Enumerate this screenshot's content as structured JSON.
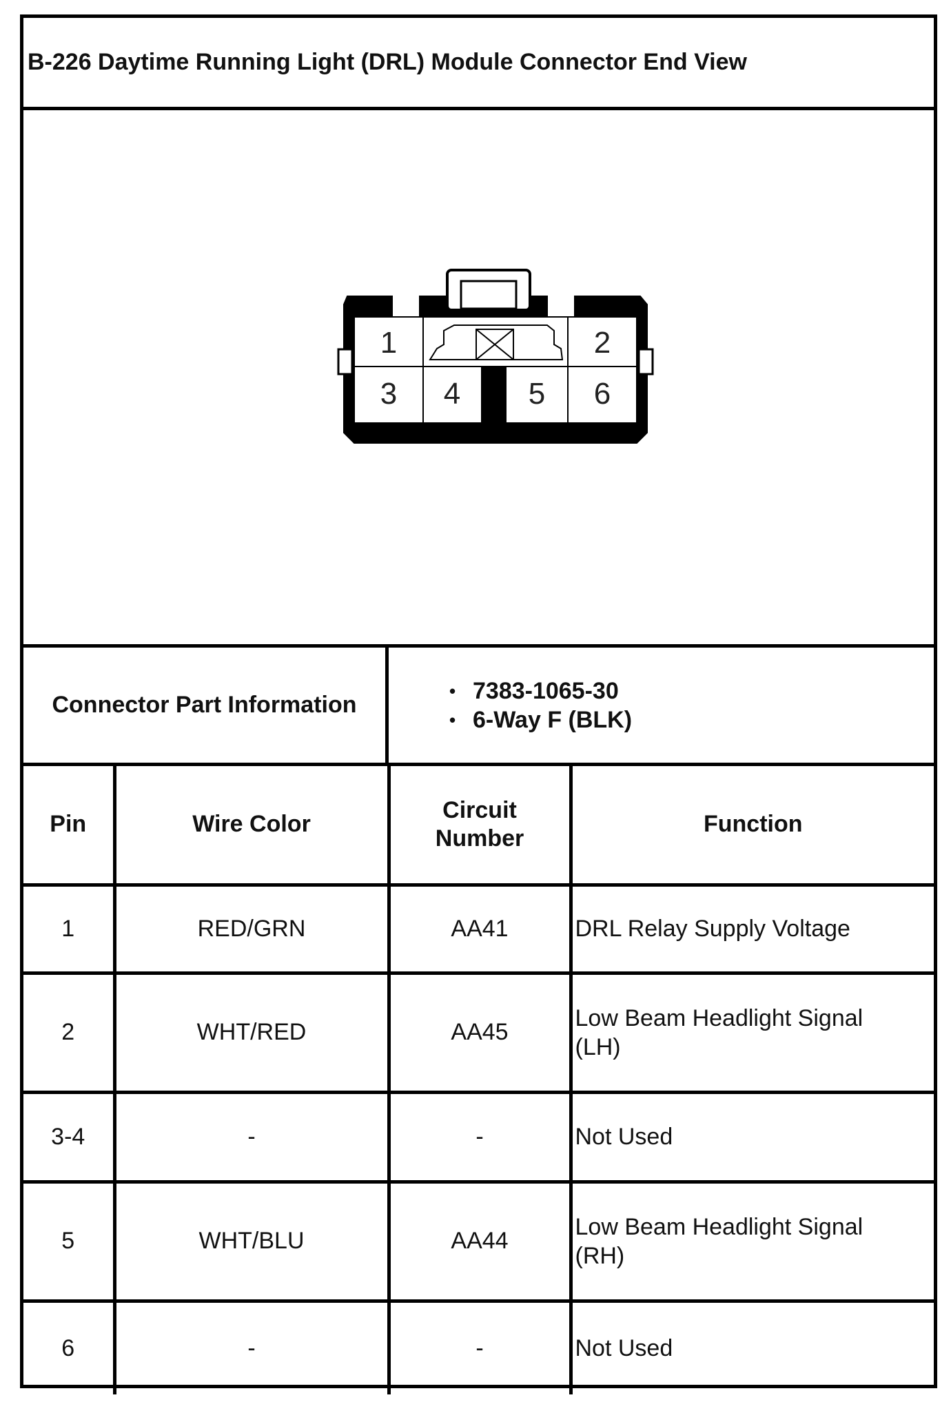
{
  "title": "B-226 Daytime Running Light (DRL) Module Connector End View",
  "connector_diagram": {
    "cavity_labels": [
      "1",
      "2",
      "3",
      "4",
      "5",
      "6"
    ]
  },
  "part_info": {
    "label": "Connector Part Information",
    "items": [
      "7383-1065-30",
      "6-Way F (BLK)"
    ]
  },
  "table": {
    "headers": {
      "pin": "Pin",
      "wire_color": "Wire Color",
      "circuit_line1": "Circuit",
      "circuit_line2": "Number",
      "function": "Function"
    },
    "rows": [
      {
        "pin": "1",
        "wire_color": "RED/GRN",
        "circuit": "AA41",
        "function_line1": "DRL Relay Supply Voltage",
        "function_line2": ""
      },
      {
        "pin": "2",
        "wire_color": "WHT/RED",
        "circuit": "AA45",
        "function_line1": "Low Beam Headlight Signal",
        "function_line2": "(LH)"
      },
      {
        "pin": "3-4",
        "wire_color": "-",
        "circuit": "-",
        "function_line1": "Not Used",
        "function_line2": ""
      },
      {
        "pin": "5",
        "wire_color": "WHT/BLU",
        "circuit": "AA44",
        "function_line1": "Low Beam Headlight Signal",
        "function_line2": "(RH)"
      },
      {
        "pin": "6",
        "wire_color": "-",
        "circuit": "-",
        "function_line1": "Not Used",
        "function_line2": ""
      }
    ]
  }
}
